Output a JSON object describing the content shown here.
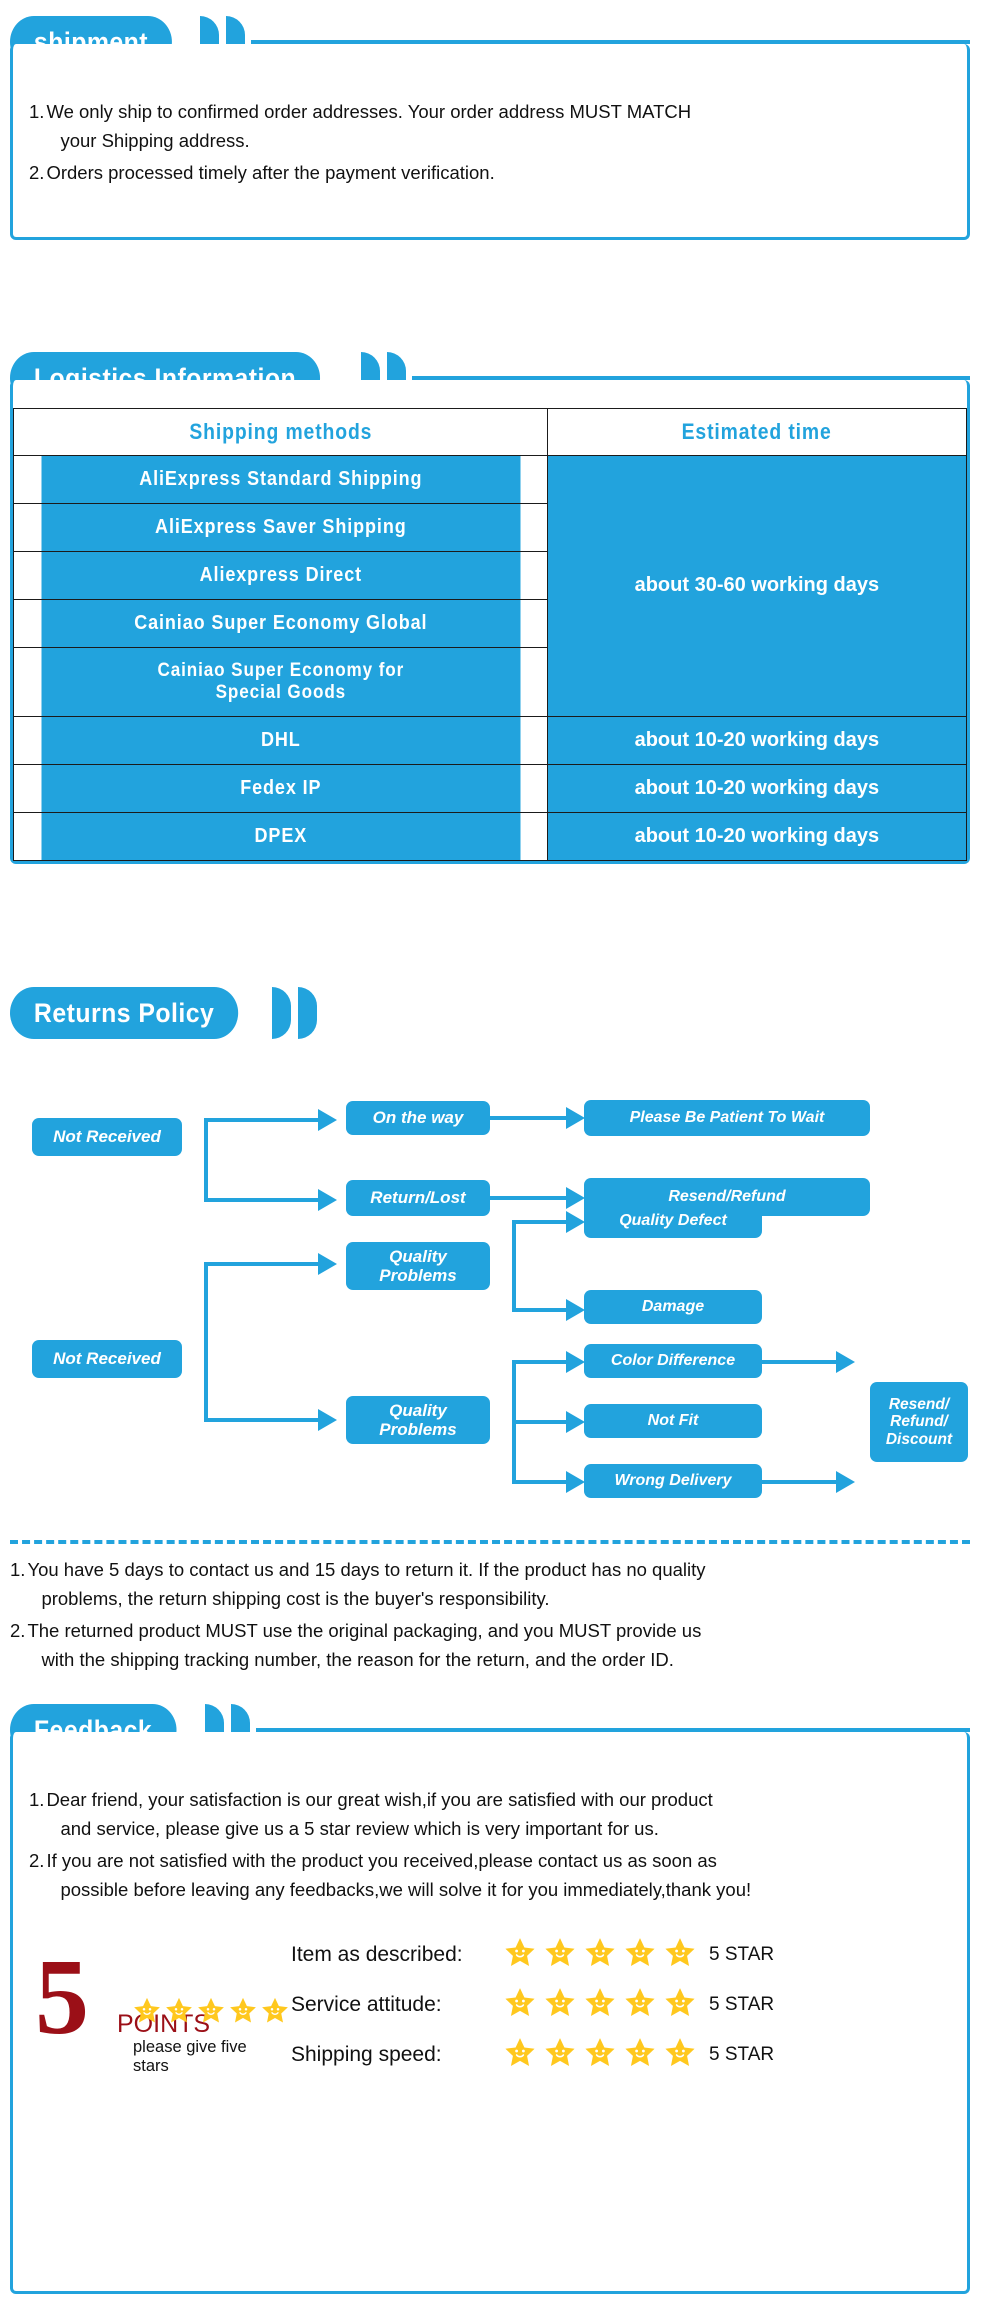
{
  "theme": {
    "accent": "#22a3dd",
    "star": "#ffc81e",
    "dark_red": "#9b0f17"
  },
  "shipment": {
    "title": "shipment",
    "items": [
      {
        "num": "1.",
        "line1": "We only ship to confirmed order addresses. Your order address MUST MATCH",
        "line2": "your Shipping address."
      },
      {
        "num": "2.",
        "line1": "Orders processed timely after the payment verification.",
        "line2": ""
      }
    ]
  },
  "logistics": {
    "title": "Logistics Information",
    "columns": [
      "Shipping  methods",
      "Estimated  time"
    ],
    "rows": [
      {
        "method": "AliExpress  Standard  Shipping",
        "time": ""
      },
      {
        "method": "AliExpress  Saver  Shipping",
        "time": ""
      },
      {
        "method": "Aliexpress  Direct",
        "time": "about 30-60 working days"
      },
      {
        "method": "Cainiao  Super  Economy  Global",
        "time": ""
      },
      {
        "method": "Cainiao  Super  Economy  for\nSpecial  Goods",
        "time": ""
      },
      {
        "method": "DHL",
        "time": "about 10-20 working days"
      },
      {
        "method": "Fedex  IP",
        "time": "about 10-20 working days"
      },
      {
        "method": "DPEX",
        "time": "about 10-20 working days"
      }
    ],
    "merged_time_label": "about 30-60 working days"
  },
  "returns": {
    "title": "Returns Policy",
    "flow_nodes": [
      {
        "id": "not-received-1",
        "label": "Not Received"
      },
      {
        "id": "on-the-way",
        "label": "On the way"
      },
      {
        "id": "please-wait",
        "label": "Please Be Patient To Wait"
      },
      {
        "id": "return-lost",
        "label": "Return/Lost"
      },
      {
        "id": "resend-refund",
        "label": "Resend/Refund"
      },
      {
        "id": "not-received-2",
        "label": "Not Received"
      },
      {
        "id": "quality-problems-1",
        "label": "Quality\nProblems"
      },
      {
        "id": "quality-defect",
        "label": "Quality Defect"
      },
      {
        "id": "damage",
        "label": "Damage"
      },
      {
        "id": "quality-problems-2",
        "label": "Quality\nProblems"
      },
      {
        "id": "color-difference",
        "label": "Color Difference"
      },
      {
        "id": "not-fit",
        "label": "Not Fit"
      },
      {
        "id": "wrong-delivery",
        "label": "Wrong Delivery"
      },
      {
        "id": "resend-refund-discount",
        "label": "Resend/\nRefund/\nDiscount"
      }
    ],
    "notes": [
      {
        "num": "1.",
        "line1": "You have 5 days to contact us and 15 days to return it. If the product has no quality",
        "line2": "problems, the return shipping cost is the buyer's responsibility."
      },
      {
        "num": "2.",
        "line1": "The returned product MUST use the original packaging, and you MUST provide us",
        "line2": "with the shipping tracking number, the reason for the return, and the order ID."
      }
    ]
  },
  "feedback": {
    "title": "Feedback",
    "items": [
      {
        "num": "1.",
        "line1": "Dear friend, your satisfaction is our great wish,if you are satisfied with our product",
        "line2": "and service, please give us a 5 star review which is very important for us."
      },
      {
        "num": "2.",
        "line1": "If you are not satisfied with the product you received,please contact us as soon as",
        "line2": "possible before leaving any feedbacks,we will solve it for you immediately,thank you!"
      }
    ],
    "five_points": {
      "digit": "5",
      "points_label": "POINTS",
      "caption": "please give five stars",
      "stars": 5
    },
    "ratings": [
      {
        "label": "Item as described:",
        "stars": 5,
        "suffix": "5 STAR"
      },
      {
        "label": "Service attitude:",
        "stars": 5,
        "suffix": "5 STAR"
      },
      {
        "label": "Shipping speed:",
        "stars": 5,
        "suffix": "5 STAR"
      }
    ]
  }
}
